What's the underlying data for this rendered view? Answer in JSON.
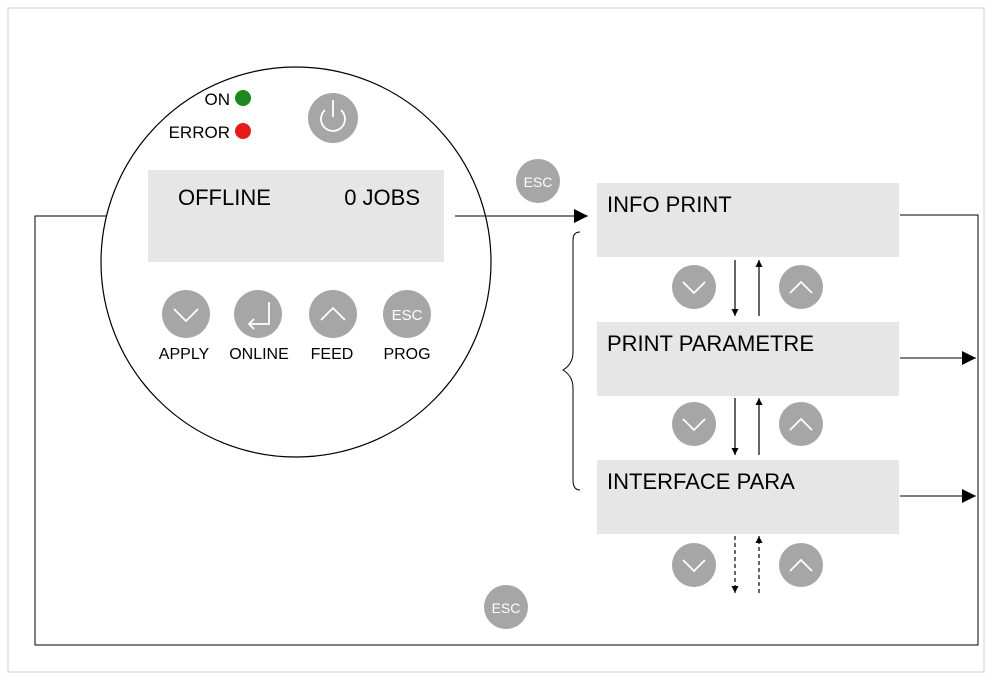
{
  "indicators": {
    "on_label": "ON",
    "on_color": "#1e8a1e",
    "error_label": "ERROR",
    "error_color": "#e31b1b"
  },
  "display": {
    "status": "OFFLINE",
    "jobs": "0 JOBS"
  },
  "power_button": {
    "icon": "power-icon"
  },
  "control_buttons": [
    {
      "icon": "chevron-down-icon",
      "label": "APPLY"
    },
    {
      "icon": "enter-icon",
      "label": "ONLINE"
    },
    {
      "icon": "chevron-up-icon",
      "label": "FEED"
    },
    {
      "icon": "esc-icon",
      "text": "ESC",
      "label": "PROG"
    }
  ],
  "menu_items": [
    {
      "label": "INFO PRINT"
    },
    {
      "label": "PRINT PARAMETRE"
    },
    {
      "label": "INTERFACE PARA"
    }
  ],
  "esc_text": "ESC",
  "colors": {
    "button_gray": "#a6a6a6",
    "display_gray": "#e6e6e6",
    "line": "#000000",
    "frame": "#d0d0d0"
  }
}
